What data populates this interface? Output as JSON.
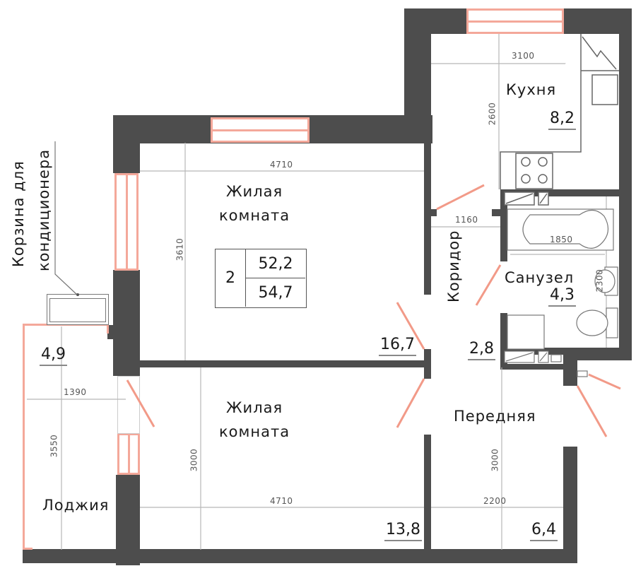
{
  "plan": {
    "rooms": 2,
    "living_area": "52,2",
    "total_area": "54,7",
    "colors": {
      "wall": "#4d4d4d",
      "window": "#f4a89a",
      "door": "#f29a88",
      "dimension": "#b8b8b8"
    }
  },
  "rooms": {
    "living1": {
      "name": "Жилая\nкомната",
      "area": "16,7"
    },
    "living2": {
      "name": "Жилая\nкомната",
      "area": "13,8"
    },
    "kitchen": {
      "name": "Кухня",
      "area": "8,2"
    },
    "bathroom": {
      "name": "Санузел",
      "area": "4,3"
    },
    "corridor": {
      "name": "Коридор",
      "area": "2,8"
    },
    "hall": {
      "name": "Передняя",
      "area": "6,4"
    },
    "loggia": {
      "name": "Лоджия",
      "area": "4,9"
    }
  },
  "annotations": {
    "ac_basket_line1": "Корзина для",
    "ac_basket_line2": "кондиционера"
  },
  "dimensions": {
    "living1_width": "4710",
    "living1_height": "3610",
    "living2_width": "4710",
    "living2_height": "3000",
    "kitchen_width": "3100",
    "kitchen_height": "2600",
    "corridor_width": "1160",
    "bath_length": "1850",
    "bathroom_height": "2300",
    "hall_width": "2200",
    "hall_height": "3000",
    "loggia_width": "1390",
    "loggia_height": "3550"
  }
}
